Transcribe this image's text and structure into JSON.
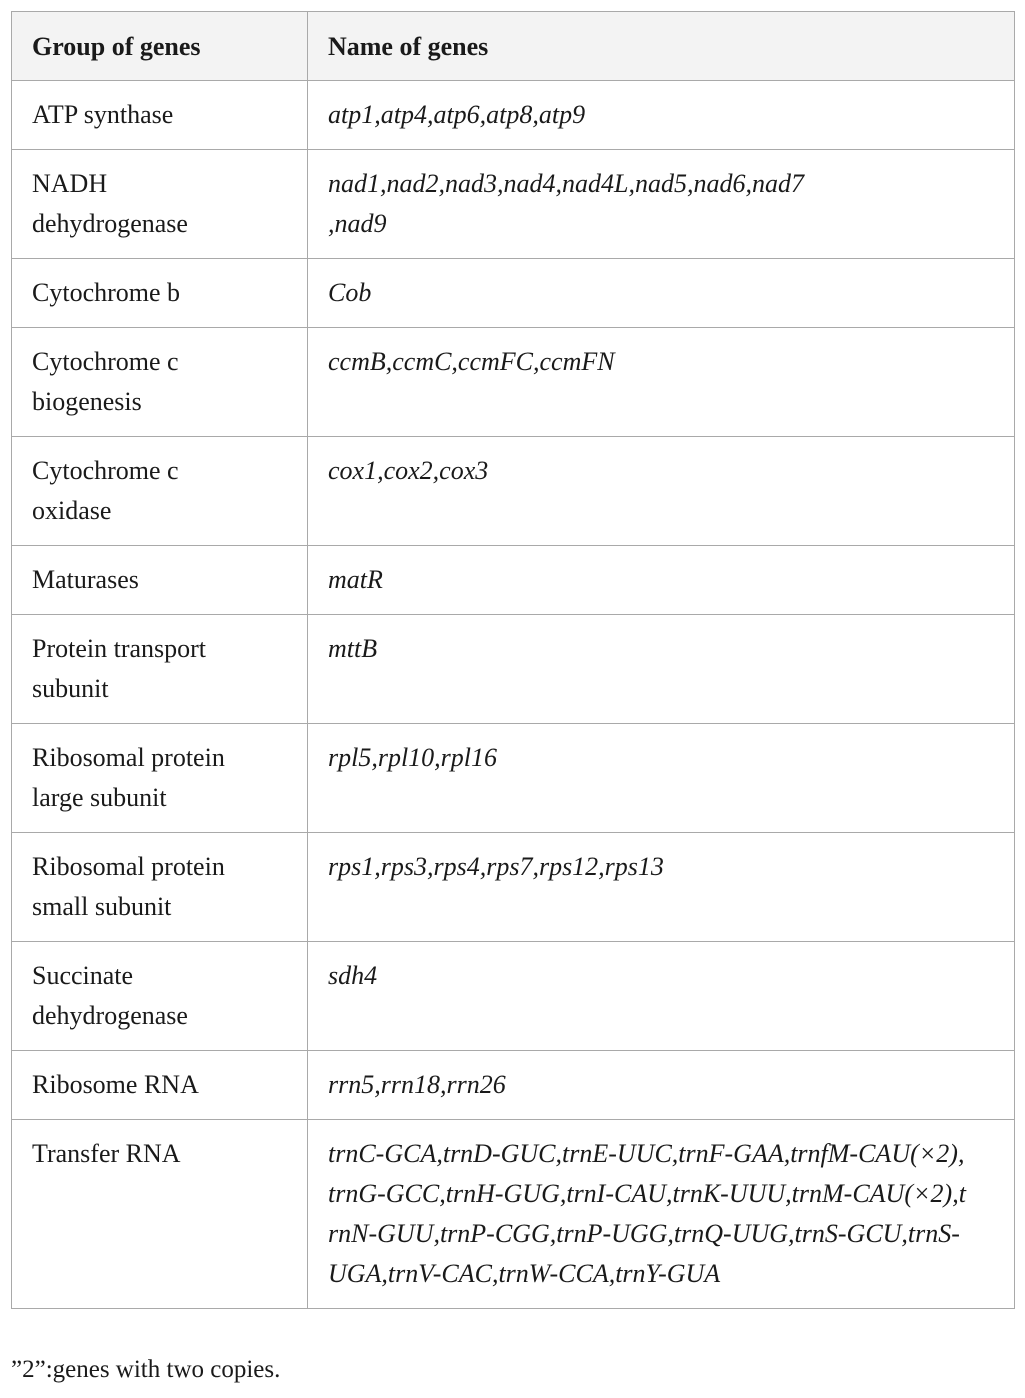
{
  "table": {
    "headers": [
      "Group of genes",
      "Name of genes"
    ],
    "rows": [
      {
        "group": "ATP synthase",
        "genes": "atp1,atp4,atp6,atp8,atp9"
      },
      {
        "group": "NADH dehydrogenase",
        "genes": "nad1,nad2,nad3,nad4,nad4L,nad5,nad6,nad7,nad9"
      },
      {
        "group": "Cytochrome b",
        "genes": "Cob"
      },
      {
        "group": "Cytochrome c biogenesis",
        "genes": "ccmB,ccmC,ccmFC,ccmFN"
      },
      {
        "group": "Cytochrome c oxidase",
        "genes": "cox1,cox2,cox3"
      },
      {
        "group": "Maturases",
        "genes": "matR"
      },
      {
        "group": "Protein transport subunit",
        "genes": "mttB"
      },
      {
        "group": "Ribosomal protein large subunit",
        "genes": "rpl5,rpl10,rpl16"
      },
      {
        "group": "Ribosomal protein small subunit",
        "genes": "rps1,rps3,rps4,rps7,rps12,rps13"
      },
      {
        "group": "Succinate dehydrogenase",
        "genes": "sdh4"
      },
      {
        "group": "Ribosome RNA",
        "genes": "rrn5,rrn18,rrn26"
      },
      {
        "group": "Transfer RNA",
        "genes": "trnC-GCA,trnD-GUC,trnE-UUC,trnF-GAA,trnfM-CAU(×2),trnG-GCC,trnH-GUG,trnI-CAU,trnK-UUU,trnM-CAU(×2),trnN-GUU,trnP-CGG,trnP-UGG,trnQ-UUG,trnS-GCU,trnS-UGA,trnV-CAC,trnW-CCA,trnY-GUA"
      }
    ]
  },
  "footnote": "”2”:genes with two copies."
}
